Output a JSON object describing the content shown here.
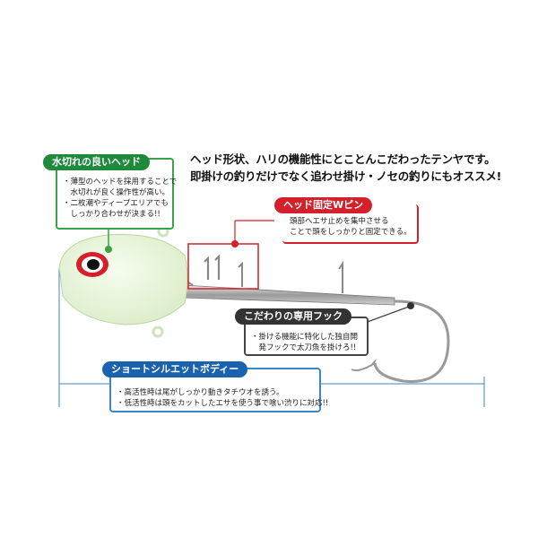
{
  "headline": {
    "line1": "ヘッド形状、ハリの機能性にとことんこだわったテンヤです。",
    "line2": "即掛けの釣りだけでなく追わせ掛け・ノセの釣りにもオススメ!"
  },
  "callouts": {
    "head": {
      "title": "水切れの良いヘッド",
      "lines": [
        "・薄型のヘッドを採用することで",
        "　水切れが良く操作性が高い。",
        "・二枚潮やディープエリアでも",
        "　しっかり合わせが決まる!!"
      ]
    },
    "pin": {
      "title": "ヘッド固定Wピン",
      "lines": [
        "頭部へエサ止めを集中させる",
        "ことで頭をしっかりと固定できる。"
      ]
    },
    "hook": {
      "title": "こだわりの専用フック",
      "lines": [
        "・掛ける機能に特化した独自開",
        "　発フックで太刀魚を掛けろ!!"
      ]
    },
    "body": {
      "title": "ショートシルエットボディー",
      "lines": [
        "・高活性時は尾がしっかり動きタチウオを誘う。",
        "・低活性時は頭をカットしたエサを使う事で喰い渋りに対応!!"
      ]
    }
  },
  "colors": {
    "green": "#1f8a3b",
    "red": "#d4202a",
    "dark": "#333333",
    "blue": "#1a62ad",
    "glow_head": "#eef8e0"
  }
}
